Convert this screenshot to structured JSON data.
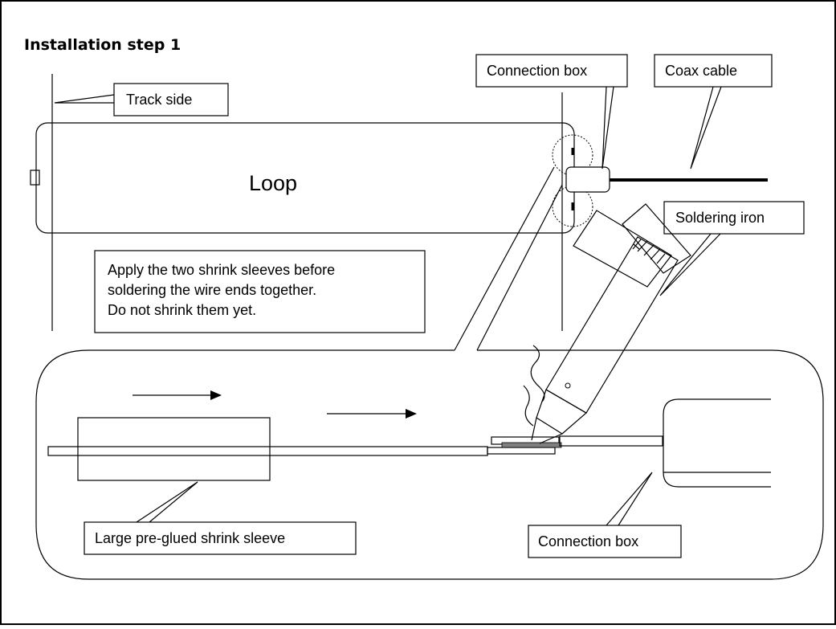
{
  "title": "Installation step 1",
  "labels": {
    "connection_box_top": "Connection box",
    "coax_cable": "Coax cable",
    "track_side": "Track side",
    "loop": "Loop",
    "soldering_iron": "Soldering iron",
    "instruction_line1": "Apply the two shrink sleeves before",
    "instruction_line2": "soldering the wire ends together.",
    "instruction_line3": "Do not shrink them yet.",
    "large_sleeve": "Large pre-glued shrink sleeve",
    "connection_box_bottom": "Connection box"
  },
  "colors": {
    "stroke": "#000000",
    "background": "#ffffff",
    "solder": "#808080"
  }
}
